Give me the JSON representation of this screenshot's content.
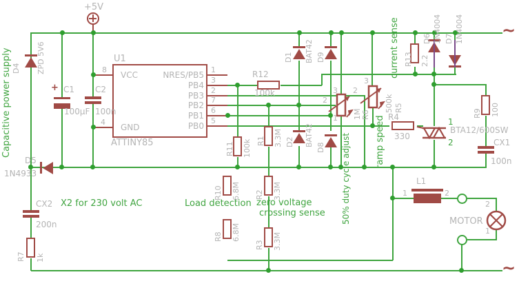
{
  "colors": {
    "wire": "#3da43d",
    "symbol": "#a04a45",
    "label_gray": "#b4b4b4",
    "label_green": "#3fa43f",
    "background": "#ffffff"
  },
  "supply": {
    "label": "+5V"
  },
  "ac": {
    "tilde": "~"
  },
  "u1": {
    "ref": "U1",
    "part": "ATTINY85",
    "pins": {
      "vcc": {
        "num": "8",
        "name": "VCC"
      },
      "gnd": {
        "num": "4",
        "name": "GND"
      },
      "p1": {
        "num": "1",
        "name": "NRES/PB5"
      },
      "p3": {
        "num": "3",
        "name": "PB4"
      },
      "p2": {
        "num": "2",
        "name": "PB3"
      },
      "p7": {
        "num": "7",
        "name": "PB2"
      },
      "p6": {
        "num": "6",
        "name": "PB1"
      },
      "p5": {
        "num": "5",
        "name": "PB0"
      }
    }
  },
  "parts": {
    "d4": {
      "ref": "D4",
      "value": "ZPD 5V6"
    },
    "c1": {
      "ref": "C1",
      "value": "100µF",
      "plus": "+"
    },
    "c2": {
      "ref": "C2",
      "value": "100n"
    },
    "d5": {
      "ref": "D5",
      "value": "1N4933"
    },
    "cx2": {
      "ref": "CX2",
      "value": "200n"
    },
    "r7": {
      "ref": "R7",
      "value": "1k"
    },
    "r12": {
      "ref": "R12",
      "value": "100k"
    },
    "r11": {
      "ref": "R11",
      "value": "100k"
    },
    "r1": {
      "ref": "R1",
      "value": "3.3M"
    },
    "r2": {
      "ref": "R2",
      "value": "3.3M"
    },
    "r3": {
      "ref": "R3",
      "value": "3.3M"
    },
    "r10": {
      "ref": "R10",
      "value": "6.8M"
    },
    "r8": {
      "ref": "R8",
      "value": "6.8M"
    },
    "d1": {
      "ref": "D1",
      "value": "BAT42"
    },
    "d9": {
      "ref": "D9"
    },
    "d2": {
      "ref": "D2",
      "value": "BAT42"
    },
    "d8": {
      "ref": "D8"
    },
    "r6": {
      "ref": "R6",
      "value": "1M",
      "pin1": "1",
      "pin2": "2",
      "pin3": "3"
    },
    "r5": {
      "ref": "R5",
      "value": "500k",
      "pin2": "2",
      "pin3": "3"
    },
    "r4": {
      "ref": "R4",
      "value": "330"
    },
    "r13": {
      "ref": "R13",
      "value": "2.2"
    },
    "d6": {
      "ref": "D6",
      "value": "1N4004"
    },
    "d7": {
      "ref": "D7",
      "value": "1N4004"
    },
    "r9": {
      "ref": "R9",
      "value": "100"
    },
    "cx1": {
      "ref": "CX1",
      "value": "100n"
    },
    "triac": {
      "value": "BTA12/600SW",
      "t1": "1",
      "t2": "2"
    },
    "l1": {
      "ref": "L1",
      "pin1": "1",
      "pin2": "2"
    },
    "motor": {
      "label": "MOTOR",
      "t1": "1",
      "t2": "2"
    }
  },
  "annotations": {
    "capacitive": "Capacitive power supply",
    "x2": "X2 for 230 volt AC",
    "load": "Load detection",
    "zero1": "zero voltage",
    "zero2": "crossing sense",
    "duty": "50% duty cycle adjust",
    "ramp": "ramp speed",
    "current": "current sense"
  }
}
